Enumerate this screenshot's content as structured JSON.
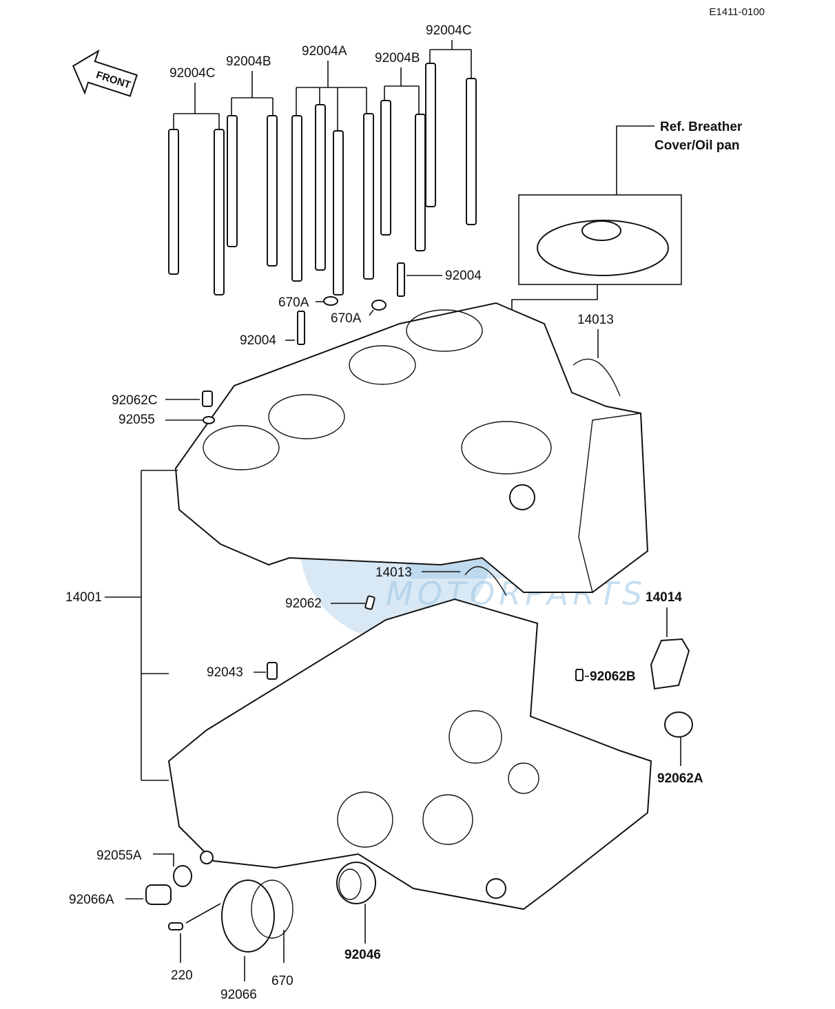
{
  "doc_code": "E1411-0100",
  "front_arrow": "FRONT",
  "reference_note": {
    "line1": "Ref. Breather",
    "line2": "Cover/Oil pan"
  },
  "watermark": "MOTORPARTS",
  "labels": {
    "c_left": "92004C",
    "b_left": "92004B",
    "a_top": "92004A",
    "b_right": "92004B",
    "c_right": "92004C",
    "stud_right": "92004",
    "stud_left": "92004",
    "ring_670a_1": "670A",
    "ring_670a_2": "670A",
    "p92062c": "92062C",
    "p92055": "92055",
    "p14013_top": "14013",
    "p14013_mid": "14013",
    "p14001": "14001",
    "p92062": "92062",
    "p14014": "14014",
    "p92043": "92043",
    "p92062b": "92062B",
    "p92062a": "92062A",
    "p92055a": "92055A",
    "p92066a": "92066A",
    "p220": "220",
    "p92066": "92066",
    "p670": "670",
    "p92046": "92046"
  }
}
